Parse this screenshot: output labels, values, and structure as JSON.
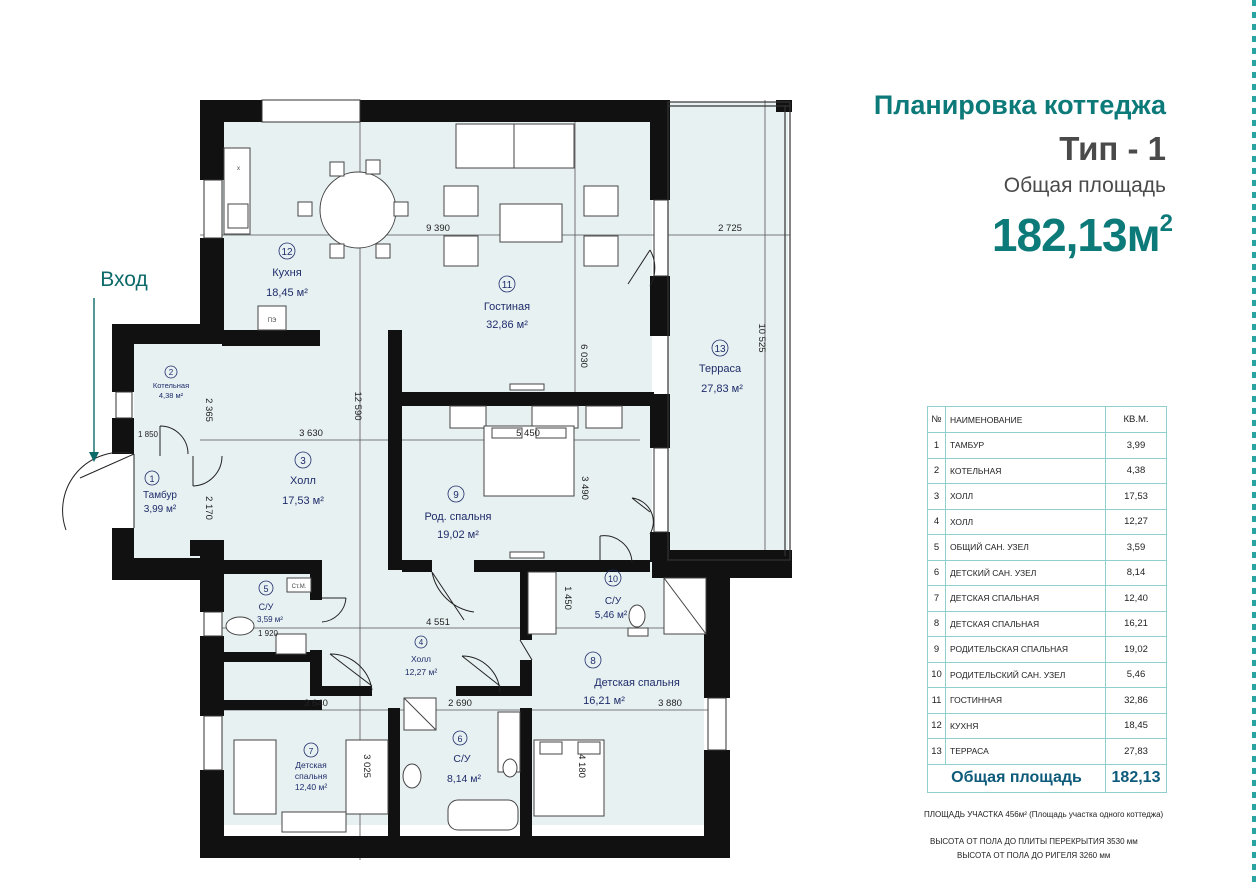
{
  "header": {
    "title": "Планировка коттеджа",
    "type": "Тип - 1",
    "area_label": "Общая площадь",
    "area_value": "182,13м",
    "area_sup": "2"
  },
  "entrance": "Вход",
  "rooms": [
    {
      "num": "1",
      "name": "Тамбур",
      "area": "3,99 м²"
    },
    {
      "num": "2",
      "name": "Котельная",
      "area": "4,38 м²"
    },
    {
      "num": "3",
      "name": "Холл",
      "area": "17,53 м²"
    },
    {
      "num": "4",
      "name": "Холл",
      "area": "12,27 м²"
    },
    {
      "num": "5",
      "name": "С/У",
      "area": "3,59 м²"
    },
    {
      "num": "6",
      "name": "С/У",
      "area": "8,14 м²"
    },
    {
      "num": "7",
      "name": "Детская",
      "name2": "спальня",
      "area": "12,40 м²"
    },
    {
      "num": "8",
      "name": "Детская спальня",
      "area": "16,21 м²"
    },
    {
      "num": "9",
      "name": "Род. спальня",
      "area": "19,02 м²"
    },
    {
      "num": "10",
      "name": "С/У",
      "area": "5,46 м²"
    },
    {
      "num": "11",
      "name": "Гостиная",
      "area": "32,86 м²"
    },
    {
      "num": "12",
      "name": "Кухня",
      "area": "18,45 м²"
    },
    {
      "num": "13",
      "name": "Терраса",
      "area": "27,83 м²"
    }
  ],
  "dimensions": [
    "9 390",
    "2 725",
    "10 525",
    "12 590",
    "6 030",
    "3 630",
    "2 365",
    "1 850",
    "2 170",
    "5 450",
    "3 490",
    "4 551",
    "1 450",
    "1 920",
    "3 640",
    "2 690",
    "3 880",
    "3 025",
    "4 180"
  ],
  "fixtures": {
    "stove": "ПЭ",
    "washer": "Ст.М."
  },
  "table": {
    "headers": [
      "№",
      "НАИМЕНОВАНИЕ",
      "КВ.М."
    ],
    "rows": [
      [
        "1",
        "ТАМБУР",
        "3,99"
      ],
      [
        "2",
        "КОТЕЛЬНАЯ",
        "4,38"
      ],
      [
        "3",
        "ХОЛЛ",
        "17,53"
      ],
      [
        "4",
        "ХОЛЛ",
        "12,27"
      ],
      [
        "5",
        "ОБЩИЙ САН. УЗЕЛ",
        "3,59"
      ],
      [
        "6",
        "ДЕТСКИЙ САН. УЗЕЛ",
        "8,14"
      ],
      [
        "7",
        "ДЕТСКАЯ СПАЛЬНАЯ",
        "12,40"
      ],
      [
        "8",
        "ДЕТСКАЯ СПАЛЬНАЯ",
        "16,21"
      ],
      [
        "9",
        "РОДИТЕЛЬСКАЯ СПАЛЬНАЯ",
        "19,02"
      ],
      [
        "10",
        "РОДИТЕЛЬСКИЙ САН. УЗЕЛ",
        "5,46"
      ],
      [
        "11",
        "ГОСТИННАЯ",
        "32,86"
      ],
      [
        "12",
        "КУХНЯ",
        "18,45"
      ],
      [
        "13",
        "ТЕРРАСА",
        "27,83"
      ]
    ],
    "total_label": "Общая площадь",
    "total_value": "182,13"
  },
  "notes": {
    "plot": "ПЛОЩАДЬ УЧАСТКА 456м² (Площадь участка одного коттеджа)",
    "height1": "ВЫСОТА ОТ ПОЛА ДО ПЛИТЫ ПЕРЕКРЫТИЯ 3530 мм",
    "height2": "ВЫСОТА ОТ ПОЛА ДО РИГЕЛЯ 3260 мм"
  }
}
